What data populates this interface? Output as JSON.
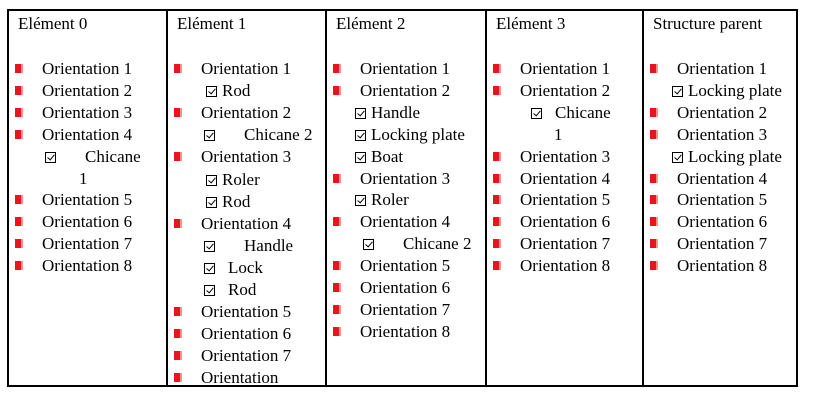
{
  "columns": [
    {
      "header": "Elément 0",
      "items": [
        {
          "type": "bullet",
          "label": "Orientation 1",
          "line": 0
        },
        {
          "type": "bullet",
          "label": "Orientation 2",
          "line": 1
        },
        {
          "type": "bullet",
          "label": "Orientation 3",
          "line": 2
        },
        {
          "type": "bullet",
          "label": "Orientation 4",
          "line": 3
        },
        {
          "type": "check",
          "label": "Chicane",
          "line": 4,
          "indent": 2
        },
        {
          "type": "cont",
          "label": "1",
          "line": 5
        },
        {
          "type": "bullet",
          "label": "Orientation 5",
          "line": 6
        },
        {
          "type": "bullet",
          "label": "Orientation 6",
          "line": 7
        },
        {
          "type": "bullet",
          "label": "Orientation 7",
          "line": 8
        },
        {
          "type": "bullet",
          "label": "Orientation 8",
          "line": 9
        }
      ]
    },
    {
      "header": "Elément 1",
      "items": [
        {
          "type": "bullet",
          "label": "Orientation 1",
          "line": 0
        },
        {
          "type": "check",
          "label": "Rod",
          "line": 1,
          "indent": 0
        },
        {
          "type": "bullet",
          "label": "Orientation 2",
          "line": 2
        },
        {
          "type": "check",
          "label": "Chicane 2",
          "line": 3,
          "indent": 2
        },
        {
          "type": "bullet",
          "label": "Orientation 3",
          "line": 4
        },
        {
          "type": "check",
          "label": "Roler",
          "line": 5,
          "indent": 0
        },
        {
          "type": "check",
          "label": "Rod",
          "line": 6,
          "indent": 0
        },
        {
          "type": "bullet",
          "label": "Orientation 4",
          "line": 7
        },
        {
          "type": "check",
          "label": "Handle",
          "line": 8,
          "indent": 2
        },
        {
          "type": "check",
          "label": "Lock",
          "line": 9,
          "indent": 1
        },
        {
          "type": "check",
          "label": "Rod",
          "line": 10,
          "indent": 1
        },
        {
          "type": "bullet",
          "label": "Orientation 5",
          "line": 11
        },
        {
          "type": "bullet",
          "label": "Orientation 6",
          "line": 12
        },
        {
          "type": "bullet",
          "label": "Orientation 7",
          "line": 13
        },
        {
          "type": "bullet",
          "label": "Orientation",
          "line": 14
        }
      ]
    },
    {
      "header": "Elément 2",
      "items": [
        {
          "type": "bullet",
          "label": "Orientation 1",
          "line": 0
        },
        {
          "type": "bullet",
          "label": "Orientation 2",
          "line": 1
        },
        {
          "type": "check",
          "label": "Handle",
          "line": 2,
          "indent": 0
        },
        {
          "type": "check",
          "label": "Locking plate",
          "line": 3,
          "indent": 0
        },
        {
          "type": "check",
          "label": "Boat",
          "line": 4,
          "indent": 0
        },
        {
          "type": "bullet",
          "label": "Orientation 3",
          "line": 5
        },
        {
          "type": "check",
          "label": "Roler",
          "line": 6,
          "indent": 0
        },
        {
          "type": "bullet",
          "label": "Orientation 4",
          "line": 7
        },
        {
          "type": "check",
          "label": "Chicane 2",
          "line": 8,
          "indent": 2
        },
        {
          "type": "bullet",
          "label": "Orientation 5",
          "line": 9
        },
        {
          "type": "bullet",
          "label": "Orientation 6",
          "line": 10
        },
        {
          "type": "bullet",
          "label": "Orientation 7",
          "line": 11
        },
        {
          "type": "bullet",
          "label": "Orientation 8",
          "line": 12
        }
      ]
    },
    {
      "header": "Elément 3",
      "items": [
        {
          "type": "bullet",
          "label": "Orientation 1",
          "line": 0
        },
        {
          "type": "bullet",
          "label": "Orientation 2",
          "line": 1
        },
        {
          "type": "check",
          "label": "Chicane",
          "line": 2,
          "indent": 1
        },
        {
          "type": "cont",
          "label": "1",
          "line": 3
        },
        {
          "type": "bullet",
          "label": "Orientation 3",
          "line": 4
        },
        {
          "type": "bullet",
          "label": "Orientation 4",
          "line": 5
        },
        {
          "type": "bullet",
          "label": "Orientation 5",
          "line": 6
        },
        {
          "type": "bullet",
          "label": "Orientation 6",
          "line": 7
        },
        {
          "type": "bullet",
          "label": "Orientation 7",
          "line": 8
        },
        {
          "type": "bullet",
          "label": "Orientation 8",
          "line": 9
        }
      ]
    },
    {
      "header": "Structure parent",
      "items": [
        {
          "type": "bullet",
          "label": "Orientation 1",
          "line": 0
        },
        {
          "type": "check",
          "label": "Locking plate",
          "line": 1,
          "indent": 0
        },
        {
          "type": "bullet",
          "label": "Orientation 2",
          "line": 2
        },
        {
          "type": "bullet",
          "label": "Orientation 3",
          "line": 3
        },
        {
          "type": "check",
          "label": "Locking plate",
          "line": 4,
          "indent": 0
        },
        {
          "type": "bullet",
          "label": "Orientation 4",
          "line": 5
        },
        {
          "type": "bullet",
          "label": "Orientation 5",
          "line": 6
        },
        {
          "type": "bullet",
          "label": "Orientation 6",
          "line": 7
        },
        {
          "type": "bullet",
          "label": "Orientation 7",
          "line": 8
        },
        {
          "type": "bullet",
          "label": "Orientation 8",
          "line": 9
        }
      ]
    }
  ],
  "colors": {
    "bullet": "#e8141e",
    "border": "#000000"
  }
}
